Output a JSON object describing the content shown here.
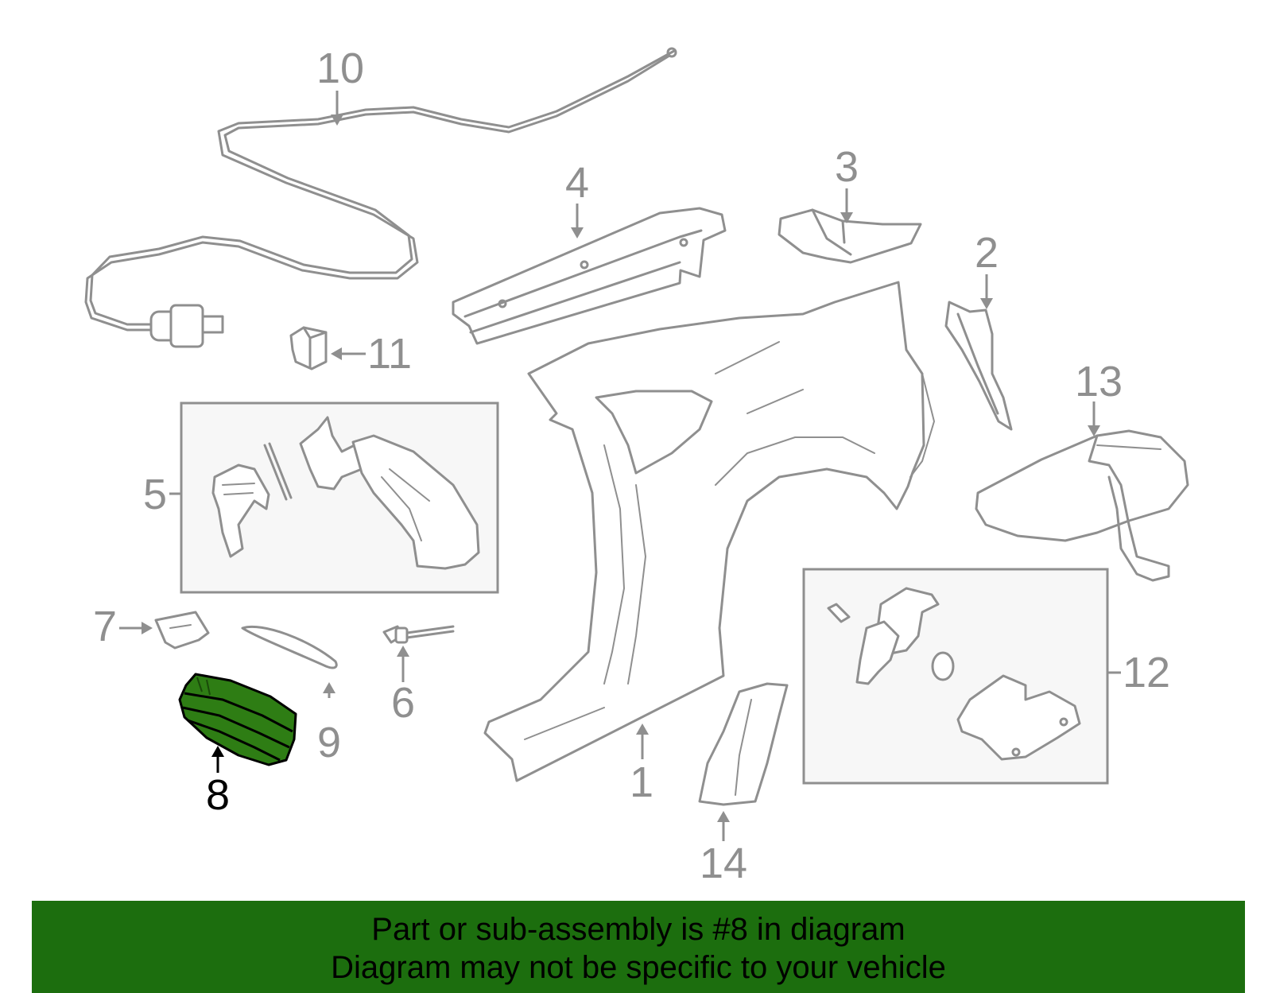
{
  "diagram": {
    "highlighted_part": "8",
    "highlight_color": "#2e7d14",
    "line_color": "#8f8f8f",
    "callouts": {
      "c1": "1",
      "c2": "2",
      "c3": "3",
      "c4": "4",
      "c5": "5",
      "c6": "6",
      "c7": "7",
      "c8": "8",
      "c9": "9",
      "c10": "10",
      "c11": "11",
      "c12": "12",
      "c13": "13",
      "c14": "14"
    }
  },
  "banner": {
    "line1": "Part or sub-assembly is #8 in diagram",
    "line2": "Diagram may not be specific to your vehicle",
    "background_color": "#1c6e0e"
  }
}
